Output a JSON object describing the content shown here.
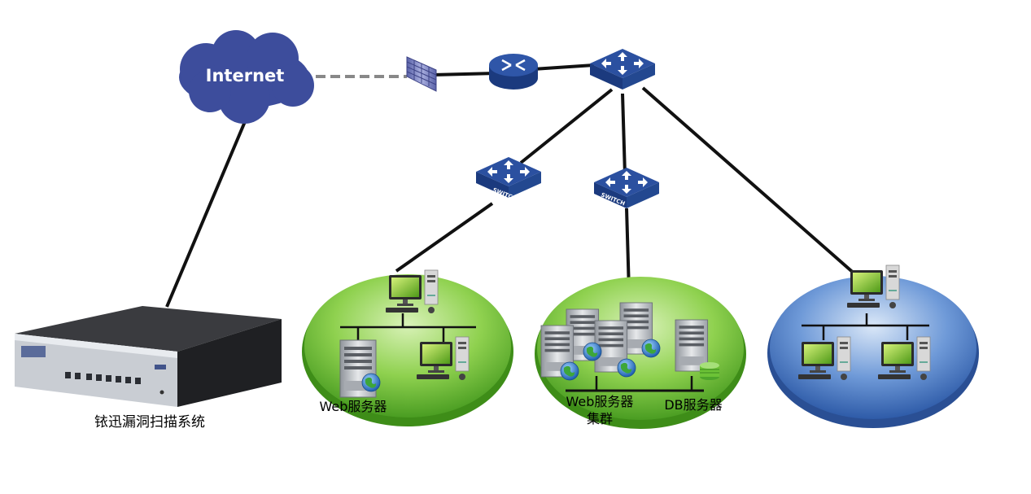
{
  "nodes": {
    "internet": "Internet",
    "switch_left": "SWITCH",
    "switch_mid": "SWITCH",
    "scanner": "铱迅漏洞扫描系统",
    "web_server": "Web服务器",
    "web_cluster_line1": "Web服务器",
    "web_cluster_line2": "集群",
    "db_server": "DB服务器"
  },
  "colors": {
    "cloud": "#3d4d9c",
    "switch": "#2b50a0",
    "router": "#2a4ea1",
    "green_disc": "#6cc236",
    "blue_disc": "#3f74c6",
    "link": "#111111",
    "wan_link": "#888888"
  }
}
